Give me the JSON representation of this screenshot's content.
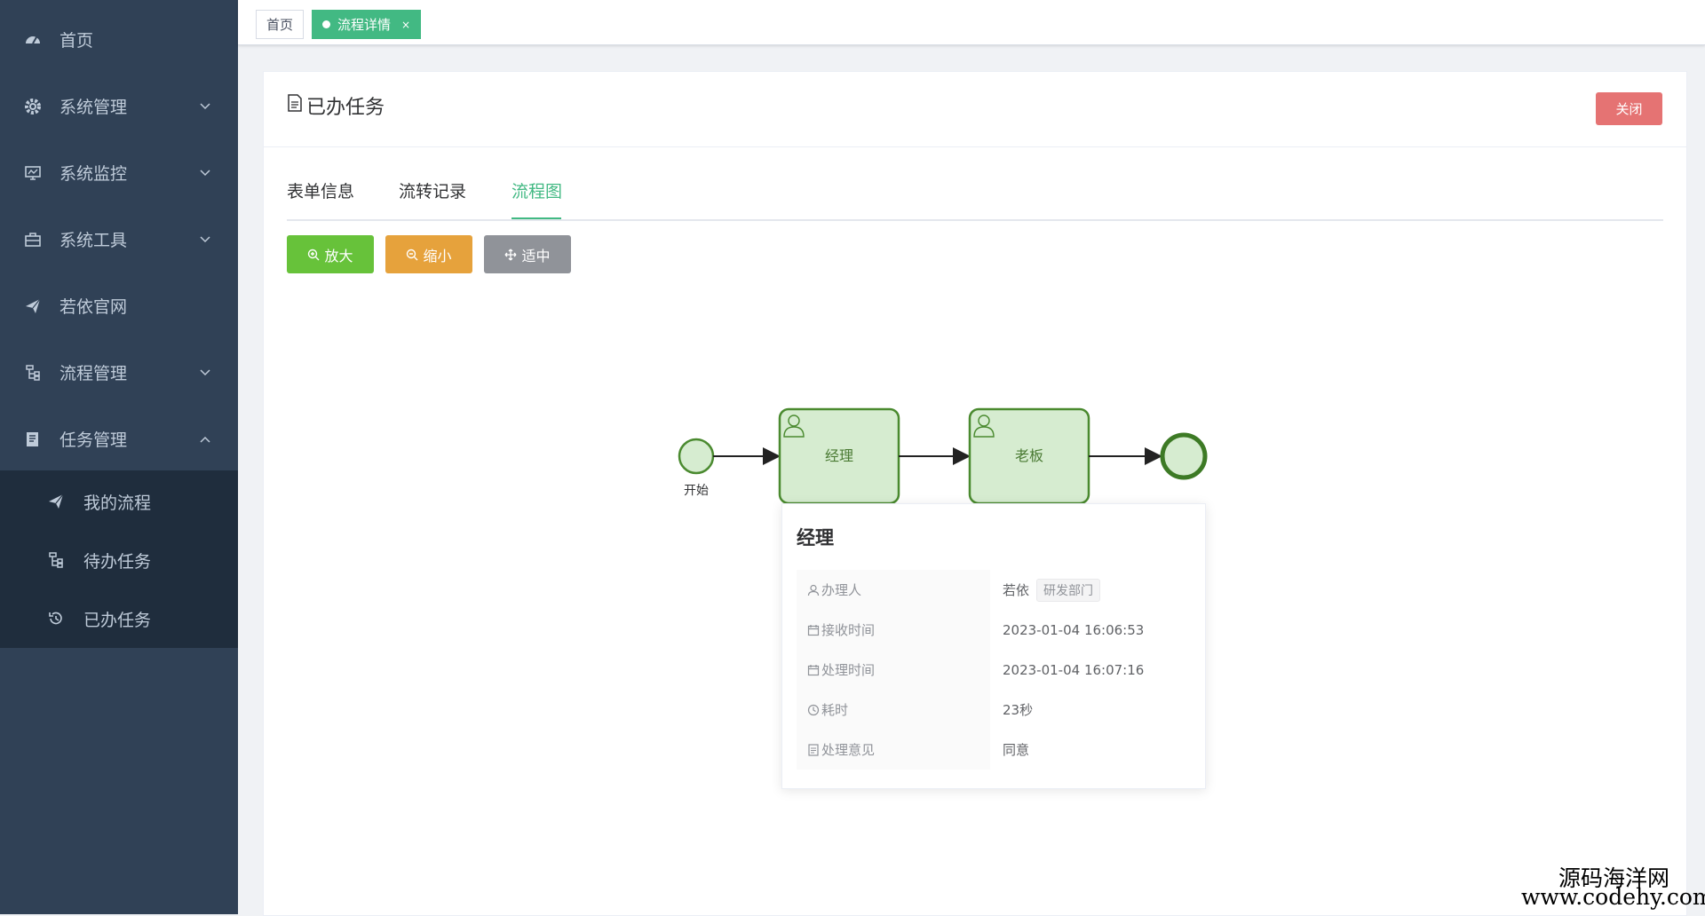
{
  "sidebar": {
    "items": [
      {
        "label": "首页",
        "icon": "dashboard-icon"
      },
      {
        "label": "系统管理",
        "icon": "gear-icon"
      },
      {
        "label": "系统监控",
        "icon": "monitor-icon"
      },
      {
        "label": "系统工具",
        "icon": "toolbox-icon"
      },
      {
        "label": "若依官网",
        "icon": "paper-plane-icon"
      },
      {
        "label": "流程管理",
        "icon": "tree-icon"
      },
      {
        "label": "任务管理",
        "icon": "tasks-icon"
      }
    ],
    "sub_items": [
      {
        "label": "我的流程",
        "icon": "paper-plane-icon"
      },
      {
        "label": "待办任务",
        "icon": "tree-icon"
      },
      {
        "label": "已办任务",
        "icon": "history-icon"
      }
    ]
  },
  "tags": {
    "home": "首页",
    "active": "流程详情",
    "close_glyph": "×"
  },
  "card": {
    "title": "已办任务",
    "close_button": "关闭"
  },
  "tabs": [
    "表单信息",
    "流转记录",
    "流程图"
  ],
  "toolbar": {
    "zoom_in": "放大",
    "zoom_out": "缩小",
    "fit": "适中"
  },
  "diagram": {
    "start_label": "开始",
    "task1": "经理",
    "task2": "老板"
  },
  "popup": {
    "title": "经理",
    "assignee_label": "办理人",
    "assignee_value": "若依",
    "department": "研发部门",
    "receive_label": "接收时间",
    "receive_value": "2023-01-04 16:06:53",
    "handle_label": "处理时间",
    "handle_value": "2023-01-04 16:07:16",
    "duration_label": "耗时",
    "duration_value": "23秒",
    "opinion_label": "处理意见",
    "opinion_value": "同意"
  },
  "watermark": {
    "line1": "源码海洋网",
    "line2": "www.codehy.com"
  },
  "colors": {
    "sidebar_bg": "#304156",
    "submenu_bg": "#1f2d3d",
    "accent": "#42b983",
    "close_btn": "#e57373",
    "zoom_in_btn": "#67c23a",
    "zoom_out_btn": "#e6a23c",
    "fit_btn": "#909399",
    "node_fill": "#d6ecd0",
    "node_stroke": "#4a8a2f"
  }
}
